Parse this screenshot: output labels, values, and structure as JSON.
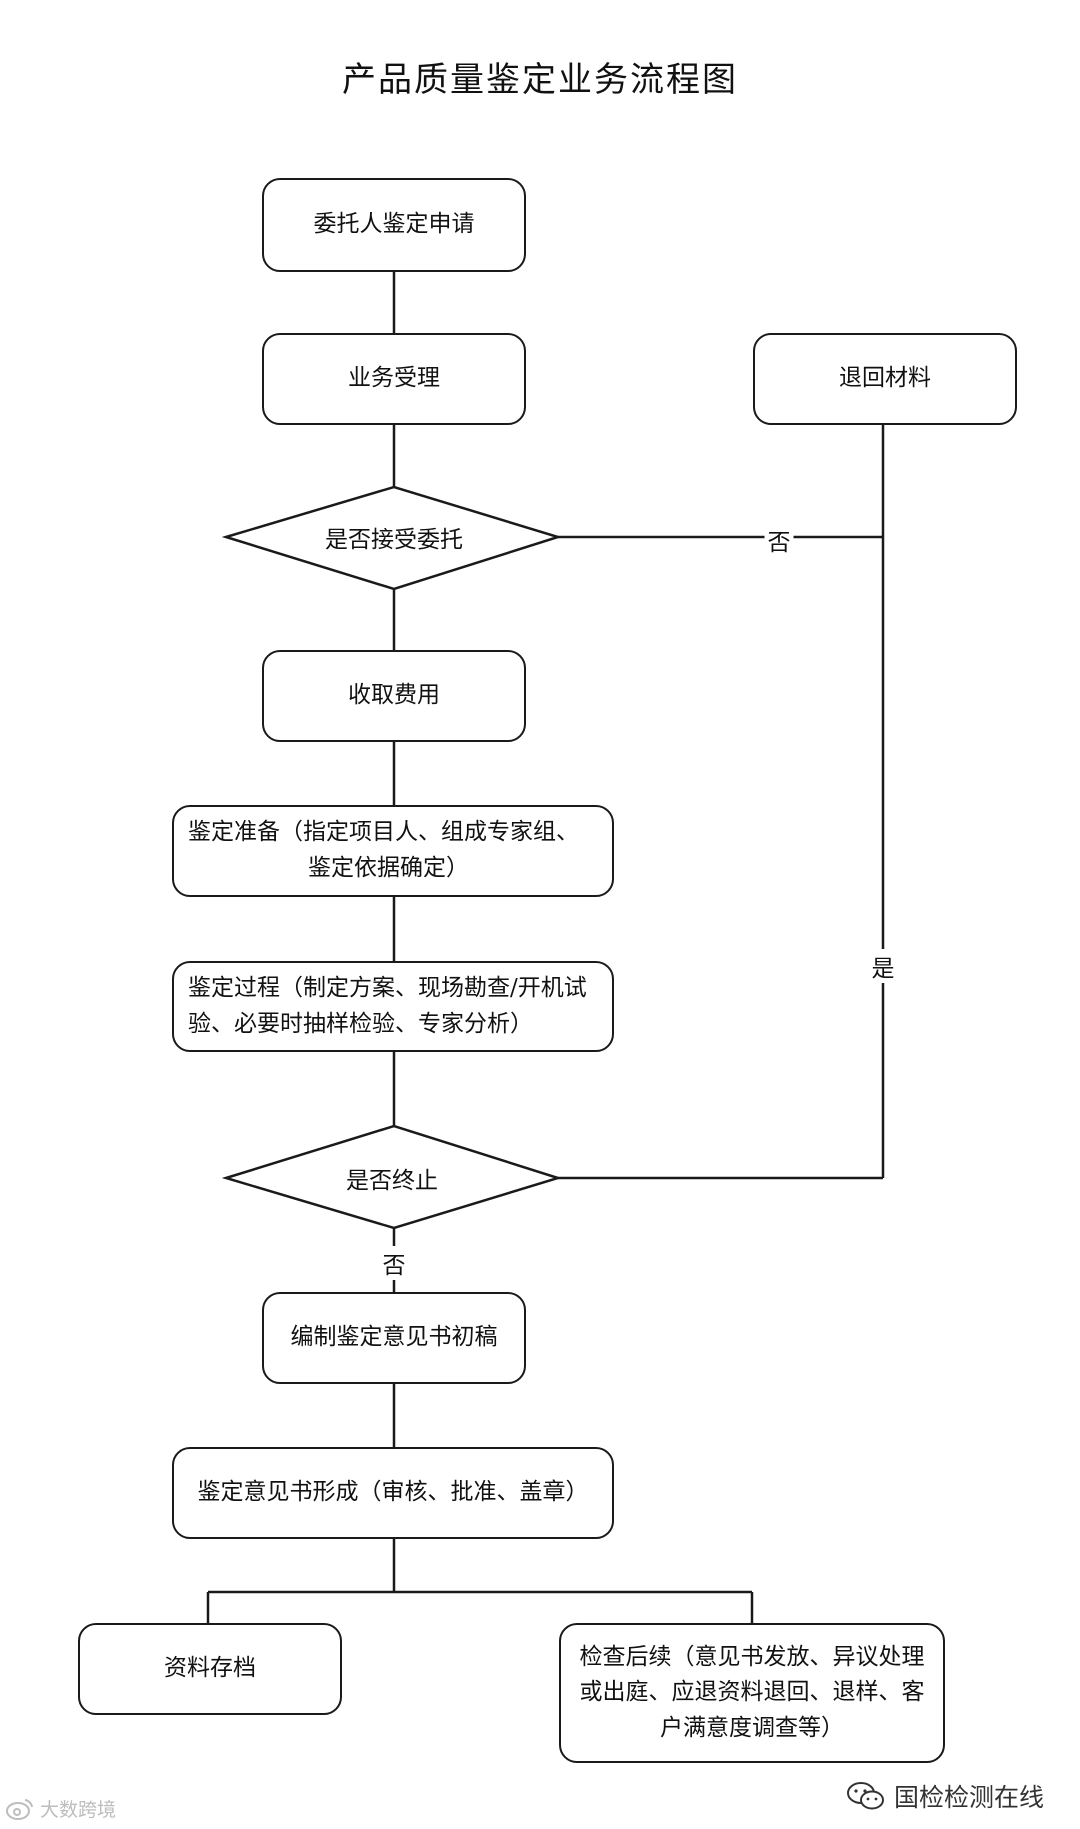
{
  "title": "产品质量鉴定业务流程图",
  "steps": {
    "apply": "委托人鉴定申请",
    "accept": "业务受理",
    "return_materials": "退回材料",
    "decision_accept": "是否接受委托",
    "fee": "收取费用",
    "prep_line1": "鉴定准备（指定项目人、组成专家组、",
    "prep_line2": "鉴定依据确定）",
    "process_line1": "鉴定过程（制定方案、现场勘查/开机试",
    "process_line2": "验、必要时抽样检验、专家分析）",
    "decision_stop": "是否终止",
    "draft": "编制鉴定意见书初稿",
    "final": "鉴定意见书形成（审核、批准、盖章）",
    "archive": "资料存档",
    "follow_line1": "检查后续（意见书发放、异议处理",
    "follow_line2": "或出庭、应退资料退回、退样、客",
    "follow_line3": "户满意度调查等）"
  },
  "labels": {
    "no_accept": "否",
    "yes_stop": "是",
    "no_stop": "否"
  },
  "watermarks": {
    "left": "大数跨境",
    "left_icon": "weibo-logo-icon",
    "right": "国检检测在线",
    "right_icon": "wechat-icon"
  }
}
